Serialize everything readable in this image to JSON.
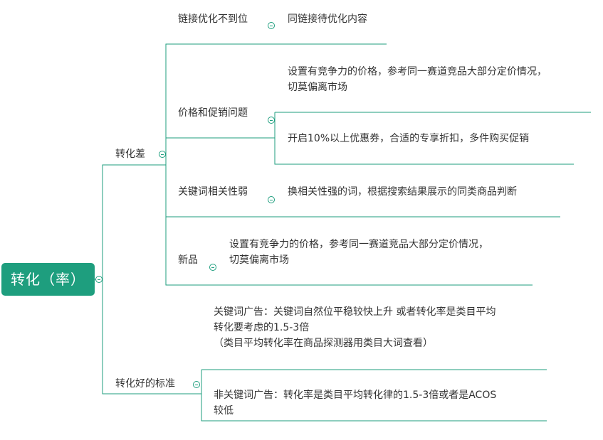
{
  "root": {
    "label": "转化（率）"
  },
  "branches": [
    {
      "label": "转化差",
      "children": [
        {
          "label": "链接优化不到位",
          "details": [
            "同链接待优化内容"
          ]
        },
        {
          "label": "价格和促销问题",
          "details": [
            "设置有竞争力的价格，参考同一赛道竞品大部分定价情况，\n切莫偏离市场",
            "开启10%以上优惠券，合适的专享折扣，多件购买促销"
          ]
        },
        {
          "label": "关键词相关性弱",
          "details": [
            "换相关性强的词，根据搜索结果展示的同类商品判断"
          ]
        },
        {
          "label": "新品",
          "details": [
            "设置有竞争力的价格，参考同一赛道竞品大部分定价情况，\n切莫偏离市场"
          ]
        }
      ]
    },
    {
      "label": "转化好的标准",
      "details": [
        "关键词广告：关键词自然位平稳较快上升 或者转化率是类目平均\n 转化要考虑的1.5-3倍\n（类目平均转化率在商品探测器用类目大词查看）",
        "非关键词广告：转化率是类目平均转化律的1.5-3倍或者是ACOS\n较低"
      ]
    }
  ],
  "colors": {
    "accent": "#1e9e7e",
    "text": "#333333"
  }
}
